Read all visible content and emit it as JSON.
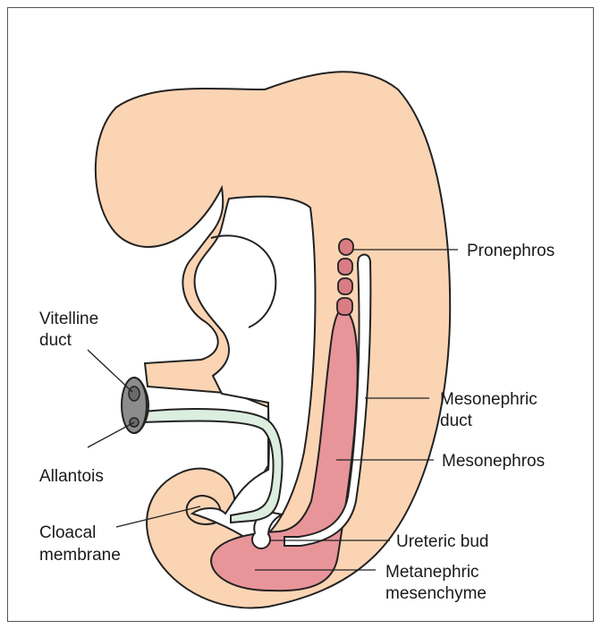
{
  "labels": {
    "pronephros": "Pronephros",
    "vitelline_1": "Vitelline",
    "vitelline_2": "duct",
    "mesonephric_duct_1": "Mesonephric",
    "mesonephric_duct_2": "duct",
    "mesonephros": "Mesonephros",
    "allantois": "Allantois",
    "cloacal_1": "Cloacal",
    "cloacal_2": "membrane",
    "ureteric_bud": "Ureteric bud",
    "metanephric_1": "Metanephric",
    "metanephric_2": "mesenchyme"
  },
  "colors": {
    "body_fill": "#FBD4B4",
    "nephric_fill": "#E8959A",
    "nephric_bead_fill": "#DA7C83",
    "allantois_fill": "#DCEEDF",
    "duct_stump_fill": "#8C8C8C",
    "outline": "#222222"
  }
}
